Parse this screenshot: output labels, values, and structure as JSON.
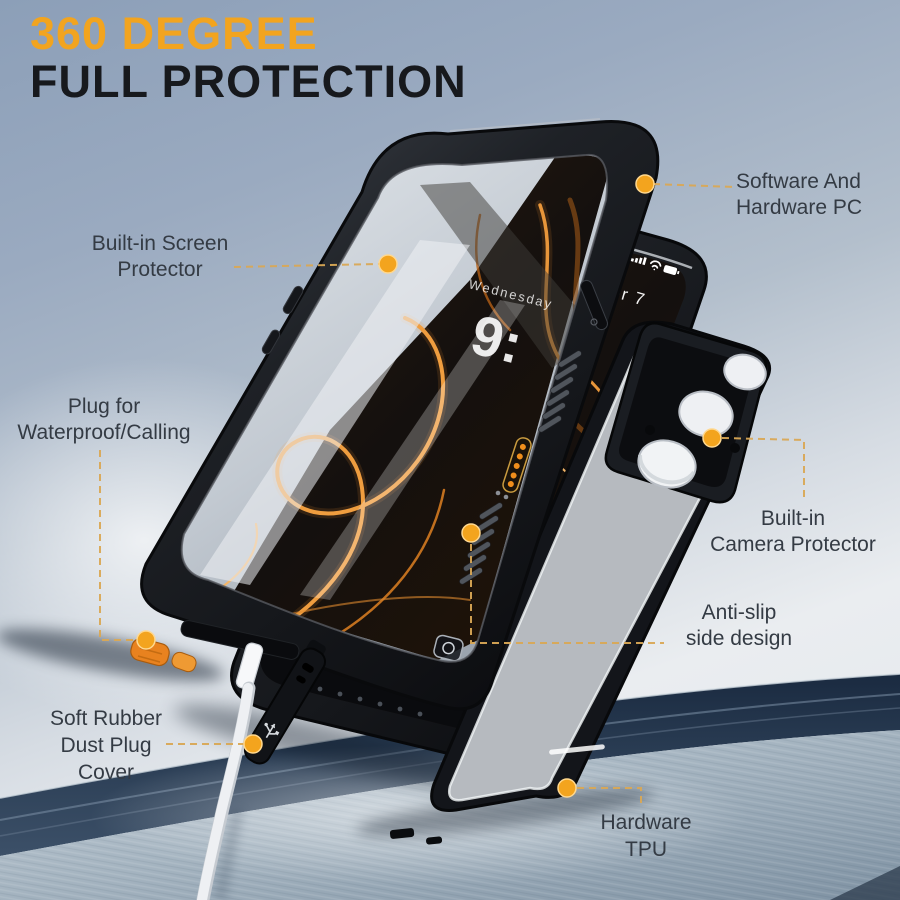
{
  "title": {
    "line1": "360 DEGREE",
    "line2": "FULL PROTECTION"
  },
  "callouts": {
    "software_pc": {
      "lines": [
        "Software And",
        "Hardware PC"
      ]
    },
    "screen_protector": {
      "lines": [
        "Built-in Screen",
        "Protector"
      ]
    },
    "plug_waterproof": {
      "lines": [
        "Plug for",
        "Waterproof/Calling"
      ]
    },
    "camera_protector": {
      "lines": [
        "Built-in",
        "Camera Protector"
      ]
    },
    "anti_slip": {
      "lines": [
        "Anti-slip",
        "side design"
      ]
    },
    "dust_plug": {
      "lines": [
        "Soft Rubber",
        "Dust Plug",
        "Cover"
      ]
    },
    "hardware_tpu": {
      "lines": [
        "Hardware",
        "TPU"
      ]
    }
  },
  "lockscreen": {
    "weekday": "Wednesday",
    "time": "9:",
    "date_fragment": "er 7"
  },
  "colors": {
    "accent_orange": "#F3A41E",
    "title_orange": "#F2A41F",
    "title_dark": "#17191D",
    "label_text": "#343B44",
    "callout_line": "#D9A855"
  }
}
